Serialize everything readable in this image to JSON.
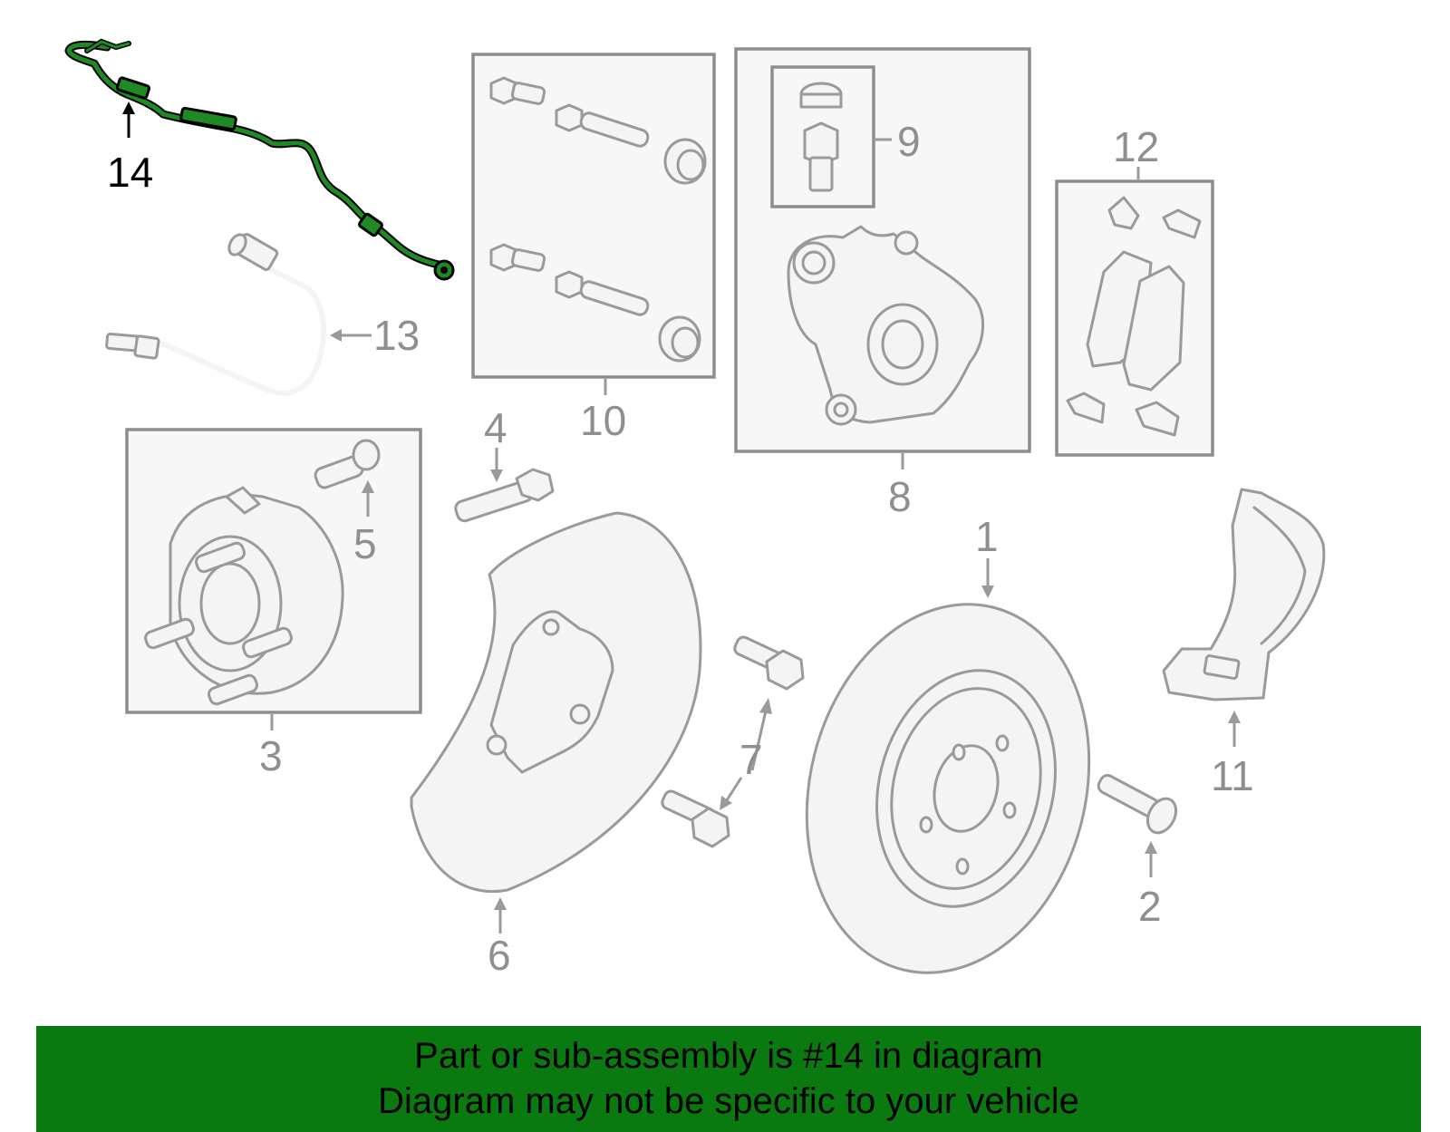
{
  "diagram": {
    "callouts": {
      "c1": "1",
      "c2": "2",
      "c3": "3",
      "c4": "4",
      "c5": "5",
      "c6": "6",
      "c7": "7",
      "c8": "8",
      "c9": "9",
      "c10": "10",
      "c11": "11",
      "c12": "12",
      "c13": "13",
      "c14": "14"
    },
    "highlighted_part": "14",
    "highlight_color": "#0a6e0f",
    "part_line_color": "#9a9a9a"
  },
  "banner": {
    "line1": "Part or sub-assembly is #14 in diagram",
    "line2": "Diagram may not be specific to your vehicle",
    "background": "#0a7a10"
  }
}
